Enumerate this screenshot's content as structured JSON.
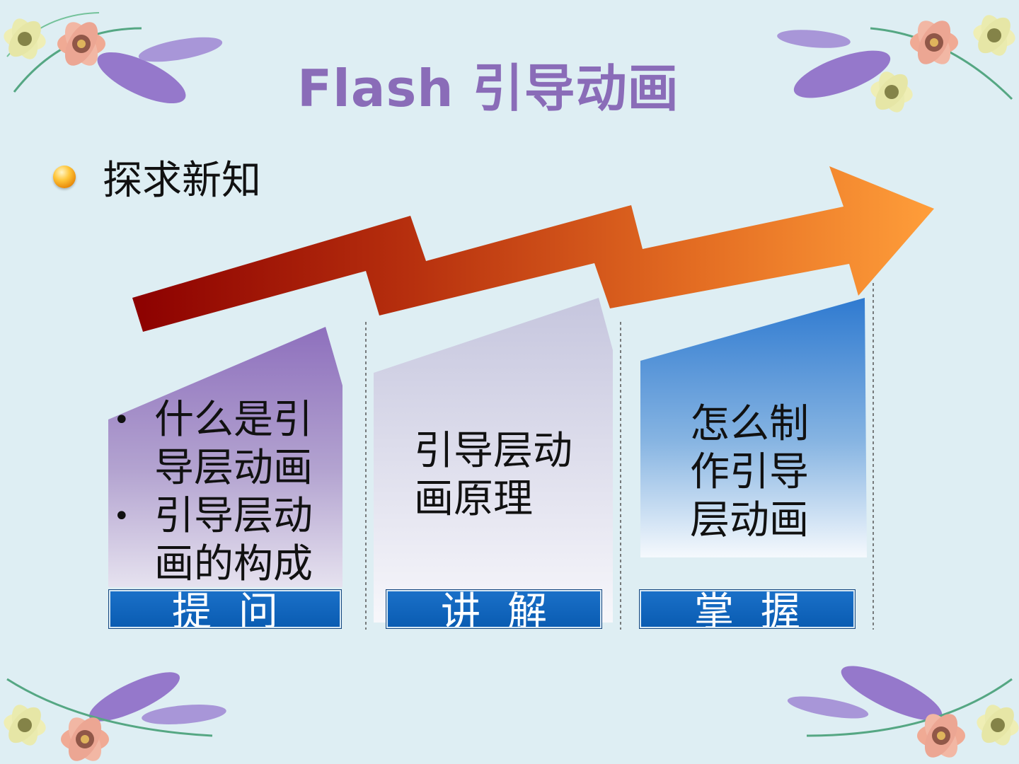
{
  "slide": {
    "title": "Flash 引导动画",
    "section_heading": "探求新知"
  },
  "columns": [
    {
      "items": [
        "什么是引导层动画",
        "引导层动画的构成"
      ],
      "lines": [
        [
          "什么是引",
          "导层动画"
        ],
        [
          "引导层动",
          "画的构成"
        ]
      ],
      "label": "提问"
    },
    {
      "lines": [
        "引导层动",
        "画原理"
      ],
      "label": "讲解"
    },
    {
      "lines": [
        "怎么制",
        "作引导",
        "层动画"
      ],
      "label": "掌握"
    }
  ],
  "colors": {
    "title": "#8a6cb8",
    "background": "#deeef3",
    "arrow_start": "#8c0000",
    "arrow_end": "#ff9e3a",
    "label_bar": "#0a5cb2"
  },
  "icons": [
    "orange-bullet-icon",
    "growth-arrow",
    "flower-decoration"
  ]
}
